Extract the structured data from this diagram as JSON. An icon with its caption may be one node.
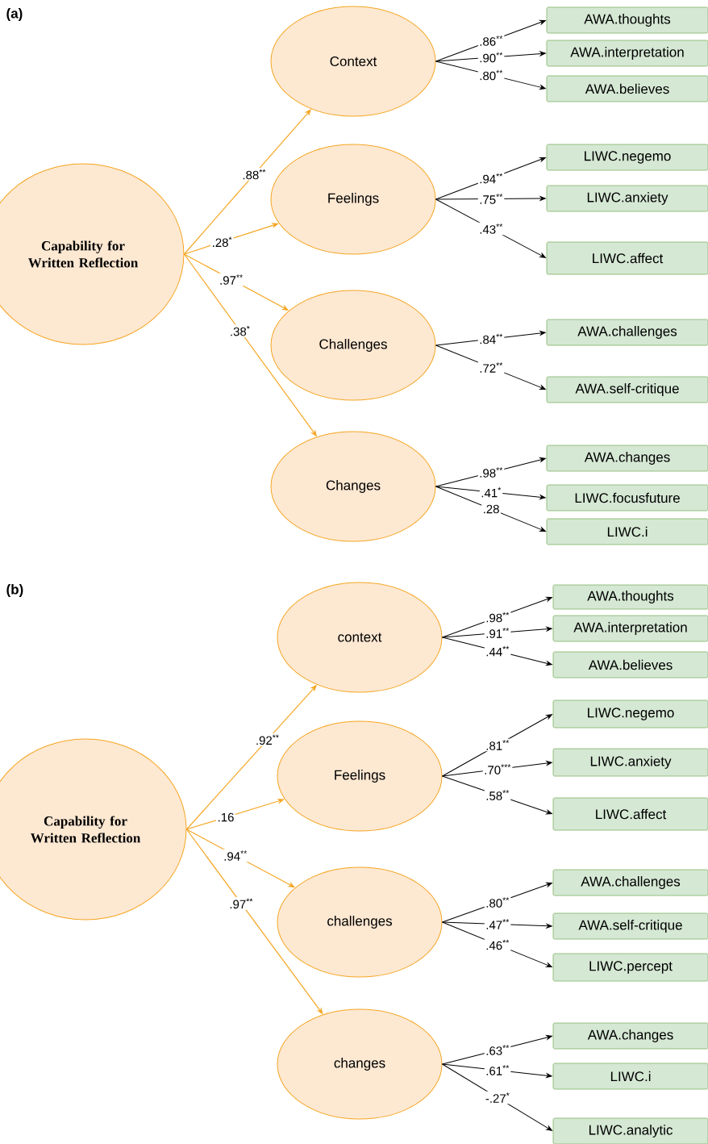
{
  "diagram": {
    "nodes": [
      {
        "text": [
          "Capability for Written Reflection"
        ]
      },
      {
        "text": [
          "Context"
        ]
      },
      {
        "text": [
          "AWA.thoughts"
        ]
      },
      {
        "text": [
          "AWA.interpretation"
        ]
      },
      {
        "text": [
          "AWA.believes"
        ]
      },
      {
        "text": [
          "Feelings"
        ]
      },
      {
        "text": [
          "LIWC.negemo"
        ]
      },
      {
        "text": [
          "LIWC.anxiety"
        ]
      },
      {
        "text": [
          "LIWC.affect"
        ]
      },
      {
        "text": [
          "Challenges"
        ]
      },
      {
        "text": [
          "AWA.challenges"
        ]
      },
      {
        "text": [
          "AWA.self-critique"
        ]
      },
      {
        "text": [
          "Changes"
        ]
      },
      {
        "text": [
          "AWA.changes"
        ]
      },
      {
        "text": [
          "LIWC.focusfuture"
        ]
      },
      {
        "text": [
          "LIWC.i"
        ]
      },
      {
        "text": [
          "Capability for Written Reflection"
        ]
      },
      {
        "text": [
          "context"
        ]
      },
      {
        "text": [
          "AWA.thoughts"
        ]
      },
      {
        "text": [
          "AWA.interpretation"
        ]
      },
      {
        "text": [
          "AWA.believes"
        ]
      },
      {
        "text": [
          "Feelings"
        ]
      },
      {
        "text": [
          "LIWC.negemo"
        ]
      },
      {
        "text": [
          "LIWC.anxiety"
        ]
      },
      {
        "text": [
          "LIWC.affect"
        ]
      },
      {
        "text": [
          "challenges"
        ]
      },
      {
        "text": [
          "AWA.challenges"
        ]
      },
      {
        "text": [
          "AWA.self-critique"
        ]
      },
      {
        "text": [
          "LIWC.percept"
        ]
      },
      {
        "text": [
          "changes"
        ]
      },
      {
        "text": [
          "AWA.changes"
        ]
      },
      {
        "text": [
          "LIWC.i"
        ]
      },
      {
        "text": [
          "LIWC.analytic"
        ]
      }
    ],
    "edges": [
      {
        "from": 0,
        "to": 1,
        "arrow": "to",
        "label": ".88$^{**}$",
        "color": "#f5a623"
      },
      {
        "from": 0,
        "to": 5,
        "arrow": "to",
        "label": ".28$^{*}$",
        "color": "#f5a623"
      },
      {
        "from": 0,
        "to": 9,
        "arrow": "to",
        "label": ".97$^{**}$",
        "color": "#f5a623"
      },
      {
        "from": 0,
        "to": 12,
        "arrow": "to",
        "label": ".38$^{*}$",
        "color": "#f5a623"
      },
      {
        "from": 1,
        "to": 2,
        "arrow": "to",
        "label": ".86$^{**}$"
      },
      {
        "from": 1,
        "to": 3,
        "arrow": "to",
        "label": ".90$^{**}$"
      },
      {
        "from": 1,
        "to": 4,
        "arrow": "to",
        "label": ".80$^{**}$"
      },
      {
        "from": 5,
        "to": 6,
        "arrow": "to",
        "label": ".94$^{**}$"
      },
      {
        "from": 5,
        "to": 7,
        "arrow": "to",
        "label": ".75$^{**}$"
      },
      {
        "from": 5,
        "to": 8,
        "arrow": "to",
        "label": ".43$^{**}$"
      },
      {
        "from": 9,
        "to": 10,
        "arrow": "to",
        "label": ".84$^{**}$"
      },
      {
        "from": 9,
        "to": 11,
        "arrow": "to",
        "label": ".72$^{**}$"
      },
      {
        "from": 12,
        "to": 13,
        "arrow": "to",
        "label": ".98$^{**}$"
      },
      {
        "from": 12,
        "to": 14,
        "arrow": "to",
        "label": ".41$^{*}$"
      },
      {
        "from": 12,
        "to": 15,
        "arrow": "to",
        "label": ".28"
      },
      {
        "from": 16,
        "to": 17,
        "arrow": "to",
        "label": ".92$^{**}$",
        "color": "#f5a623"
      },
      {
        "from": 16,
        "to": 21,
        "arrow": "to",
        "label": ".16",
        "color": "#f5a623"
      },
      {
        "from": 16,
        "to": 25,
        "arrow": "to",
        "label": ".94$^{**}$",
        "color": "#f5a623"
      },
      {
        "from": 16,
        "to": 29,
        "arrow": "to",
        "label": ".97$^{**}$",
        "color": "#f5a623"
      },
      {
        "from": 17,
        "to": 18,
        "arrow": "to",
        "label": ".98$^{**}$"
      },
      {
        "from": 17,
        "to": 19,
        "arrow": "to",
        "label": ".91$^{**}$"
      },
      {
        "from": 17,
        "to": 20,
        "arrow": "to",
        "label": ".44$^{**}$"
      },
      {
        "from": 21,
        "to": 22,
        "arrow": "to",
        "label": ".81$^{**}$"
      },
      {
        "from": 21,
        "to": 23,
        "arrow": "to",
        "label": ".70$^{***}$"
      },
      {
        "from": 21,
        "to": 24,
        "arrow": "to",
        "label": ".58$^{**}$"
      },
      {
        "from": 25,
        "to": 26,
        "arrow": "to",
        "label": ".80$^{**}$"
      },
      {
        "from": 25,
        "to": 27,
        "arrow": "to",
        "label": ".47$^{**}$"
      },
      {
        "from": 25,
        "to": 28,
        "arrow": "to",
        "label": ".46$^{**}$"
      },
      {
        "from": 29,
        "to": 30,
        "arrow": "to",
        "label": ".63$^{**}$"
      },
      {
        "from": 29,
        "to": 31,
        "arrow": "to",
        "label": ".61$^{**}$"
      },
      {
        "from": 29,
        "to": 32,
        "arrow": "to",
        "label": "-.27$^{*}$"
      }
    ],
    "labels": [
      "(a)",
      "(b)"
    ]
  }
}
